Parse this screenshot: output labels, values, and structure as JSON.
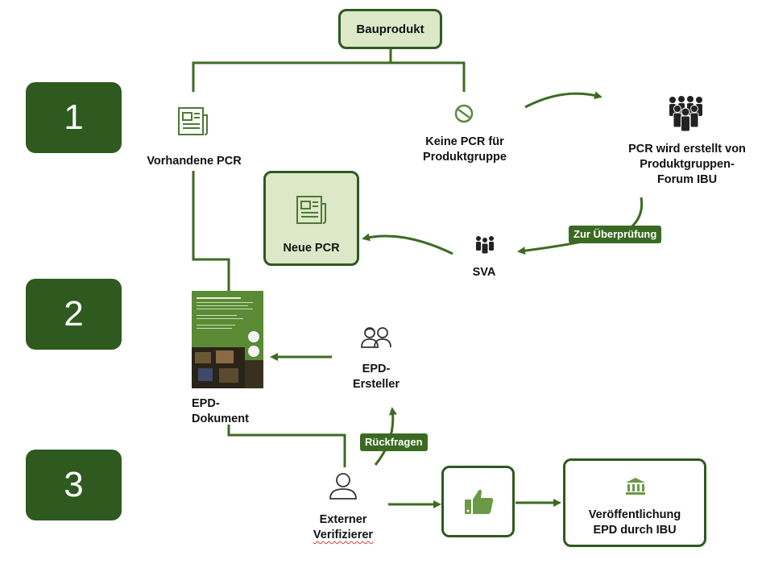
{
  "steps": [
    "1",
    "2",
    "3"
  ],
  "nodes": {
    "bauprodukt": "Bauprodukt",
    "vorhandene_pcr": "Vorhandene PCR",
    "keine_pcr_line1": "Keine PCR für",
    "keine_pcr_line2": "Produktgruppe",
    "pcr_erstellt_line1": "PCR wird erstellt von",
    "pcr_erstellt_line2": "Produktgruppen-",
    "pcr_erstellt_line3": "Forum IBU",
    "neue_pcr": "Neue PCR",
    "sva": "SVA",
    "epd_dokument_line1": "EPD-",
    "epd_dokument_line2": "Dokument",
    "epd_ersteller_line1": "EPD-",
    "epd_ersteller_line2": "Ersteller",
    "externer_line1": "Externer",
    "externer_line2": "Verifizierer",
    "veroeffentlichung_line1": "Veröffentlichung",
    "veroeffentlichung_line2": "EPD durch IBU"
  },
  "tags": {
    "zur_ueberpruefung": "Zur Überprüfung",
    "rueckfragen": "Rückfragen"
  },
  "colors": {
    "dark_green": "#2f5a1f",
    "light_green": "#dce8c8",
    "line_green": "#3d6b22"
  },
  "icons": [
    "newspaper-icon",
    "no-entry-icon",
    "crowd-icon",
    "group-icon",
    "document-cover-icon",
    "two-persons-icon",
    "person-icon",
    "thumbs-up-icon",
    "bank-building-icon"
  ]
}
